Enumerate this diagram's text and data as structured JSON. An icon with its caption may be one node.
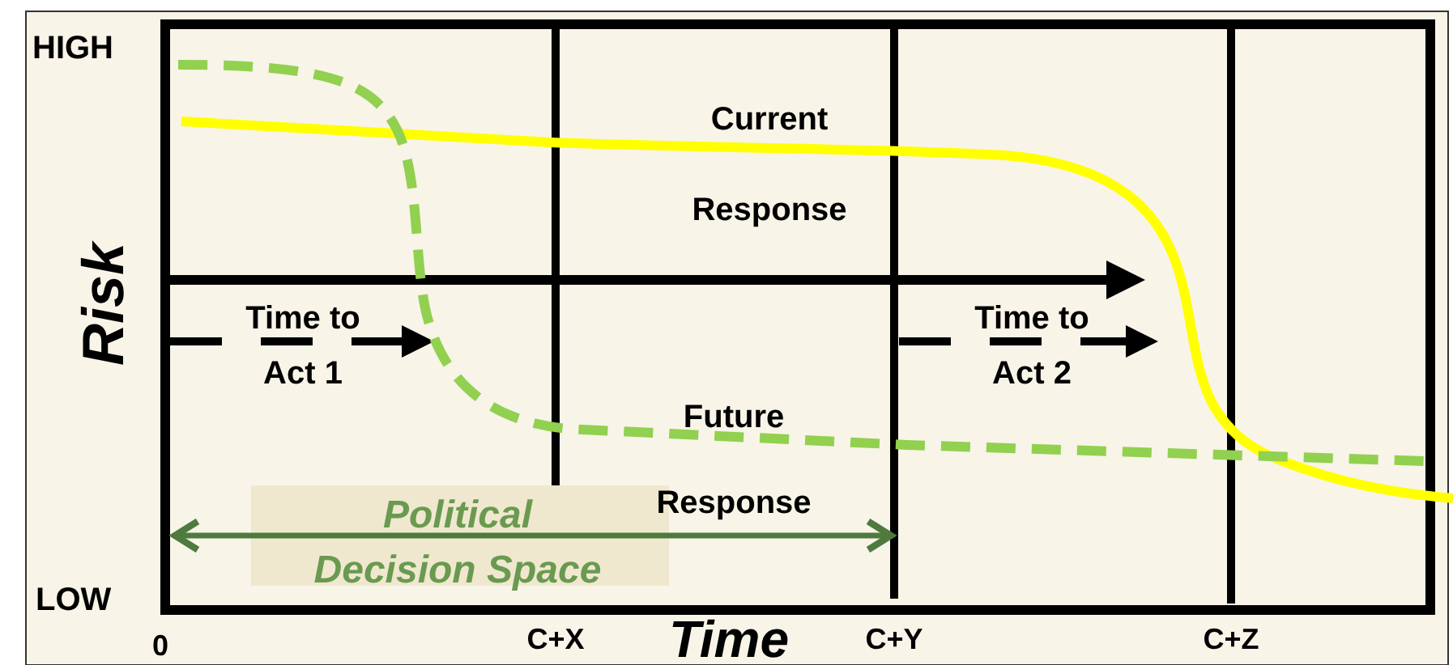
{
  "diagram": {
    "labels": [
      "HIGH",
      "Current Response",
      "Risk",
      "Time to Act 1",
      "Time to Act 2",
      "Future Response",
      "Political Decision Space",
      "LOW",
      "0",
      "C+X",
      "Time",
      "C+Y",
      "C+Z"
    ]
  }
}
